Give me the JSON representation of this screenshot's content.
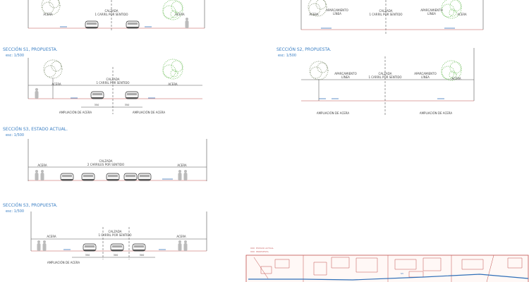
{
  "colors": {
    "ground": "#c0504d",
    "title": "#3a7fc4",
    "tree_green": "#7cc46a",
    "tree_gray": "#8a9a7a",
    "water": "#2f6fb8"
  },
  "top_left": {
    "acera": "ACERA",
    "calzada": "CALZADA",
    "carril": "1 CARRIL POR SENTIDO",
    "acera_right": "ACERA"
  },
  "top_right": {
    "acera_left": "ACERA",
    "aparcamiento_left": "APARCAMIENTO",
    "linea_left": "LÍNEA",
    "calzada": "CALZADA",
    "carril": "1 CARRIL POR SENTIDO",
    "aparcamiento_right": "APARCAMIENTO",
    "linea_right": "LÍNEA",
    "acera_right": "ACERA"
  },
  "s1": {
    "title": "SECCIÓN S1, PROPUESTA.",
    "scale": "esc: 1/500",
    "acera_left": "ACERA",
    "calzada": "CALZADA",
    "carril": "1 CARRIL POR SENTIDO",
    "acera_right": "ACERA",
    "dims": [
      "350",
      "350"
    ],
    "ampliacion_left": "AMPLIACIÓN DE ACERA",
    "ampliacion_right": "AMPLIACIÓN DE ACERA"
  },
  "s2": {
    "title": "SECCIÓN S2, PROPUESTA.",
    "scale": "esc: 1/500",
    "aparcamiento_left": "APARCAMIENTO",
    "linea_left": "LÍNEA",
    "calzada": "CALZADA",
    "carril": "1 CARRIL POR SENTIDO",
    "aparcamiento_right": "APARCAMIENTO",
    "linea_right": "LÍNEA",
    "acera_right": "ACERA",
    "ampliacion_left": "AMPLIACIÓN DE ACERA",
    "ampliacion_right": "AMPLIACIÓN DE ACERA"
  },
  "s3_actual": {
    "title": "SECCIÓN S3, ESTADO ACTUAL.",
    "scale": "esc: 1/500",
    "acera_left": "ACERA",
    "calzada": "CALZADA",
    "carril": "2 CARRILES POR SENTIDO",
    "acera_right": "ACERA"
  },
  "s3_propuesta": {
    "title": "SECCIÓN S3, PROPUESTA.",
    "scale": "esc: 1/500",
    "acera_left": "ACERA",
    "calzada": "CALZADA",
    "carril": "1 CARRIL POR SENTIDO",
    "acera_right": "ACERA",
    "dims": [
      "350",
      "300",
      "300"
    ],
    "ampliacion": "AMPLIACIÓN DE ACERA"
  },
  "map": {
    "legend": [
      "ESTADO ACTUAL",
      "PROPUESTA"
    ],
    "marker": "S3"
  }
}
